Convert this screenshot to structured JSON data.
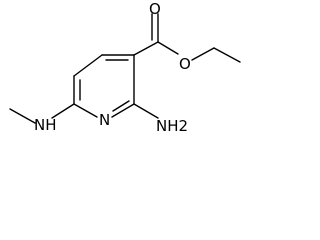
{
  "atoms": {
    "carbonyl_oxygen": "O",
    "ester_oxygen": "O",
    "ring_nitrogen": "N",
    "amino_group": "NH2",
    "methylamino_group": "NH"
  }
}
